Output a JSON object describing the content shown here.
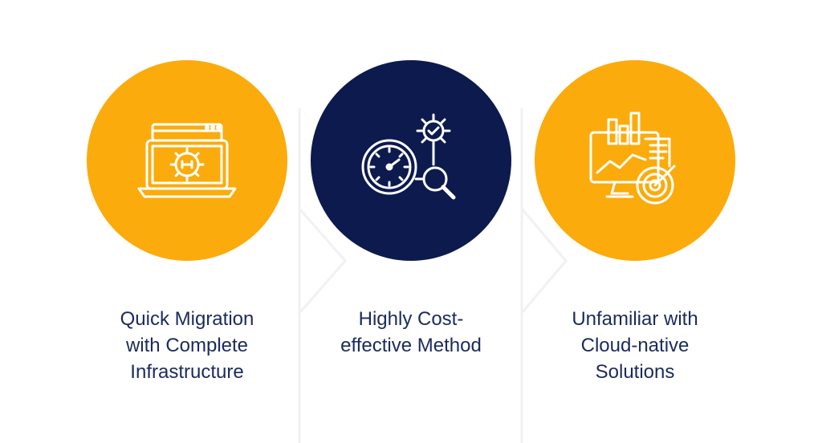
{
  "colors": {
    "accent_yellow": "#fbab0b",
    "accent_navy": "#0c1a4e",
    "text": "#1b2a5c",
    "icon_stroke": "#ffffff"
  },
  "cards": [
    {
      "icon": "laptop-gear-icon",
      "circle_color": "#fbab0b",
      "caption_lines": [
        "Quick Migration",
        "with Complete",
        "Infrastructure"
      ]
    },
    {
      "icon": "gauge-gear-magnifier-icon",
      "circle_color": "#0c1a4e",
      "caption_lines": [
        "Highly Cost-",
        "effective Method"
      ]
    },
    {
      "icon": "dashboard-chart-target-icon",
      "circle_color": "#fbab0b",
      "caption_lines": [
        "Unfamiliar with",
        "Cloud-native",
        "Solutions"
      ]
    }
  ]
}
